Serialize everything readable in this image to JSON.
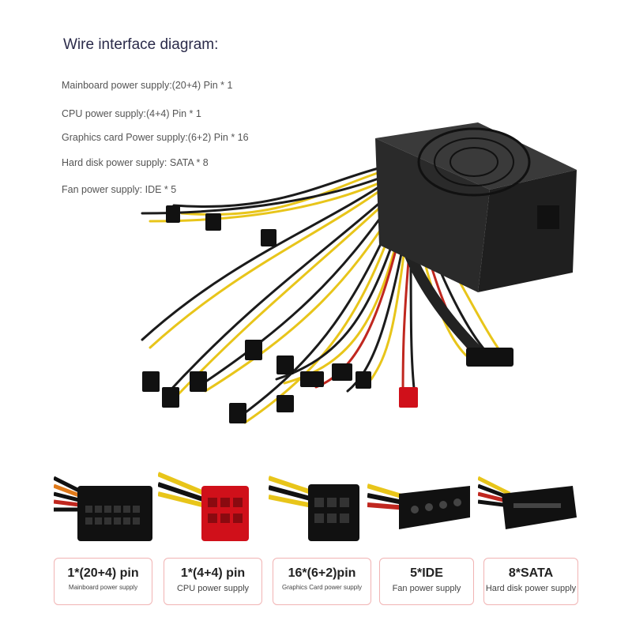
{
  "header": {
    "title": "Wire interface diagram:"
  },
  "specs": [
    "Mainboard power supply:(20+4) Pin * 1",
    "CPU power supply:(4+4) Pin * 1",
    "Graphics card Power supply:(6+2) Pin * 16",
    "Hard disk power supply: SATA * 8",
    "Fan power supply: IDE * 5"
  ],
  "connectors": [
    {
      "label": "1*(20+4)  pin",
      "sub": "Mainboard power supply",
      "icon": "atx-24pin-connector-icon"
    },
    {
      "label": "1*(4+4)  pin",
      "sub": "CPU power supply",
      "icon": "cpu-8pin-connector-icon"
    },
    {
      "label": "16*(6+2)pin",
      "sub": "Graphics Card power supply",
      "icon": "pcie-8pin-connector-icon"
    },
    {
      "label": "5*IDE",
      "sub": "Fan power supply",
      "icon": "molex-ide-connector-icon"
    },
    {
      "label": "8*SATA",
      "sub": "Hard disk power supply",
      "icon": "sata-connector-icon"
    }
  ],
  "colors": {
    "wire_yellow": "#e8c51a",
    "wire_black": "#1b1b1b",
    "wire_red": "#c0271f",
    "connector_red": "#d0101a",
    "border_pink": "#f1b3b3"
  }
}
